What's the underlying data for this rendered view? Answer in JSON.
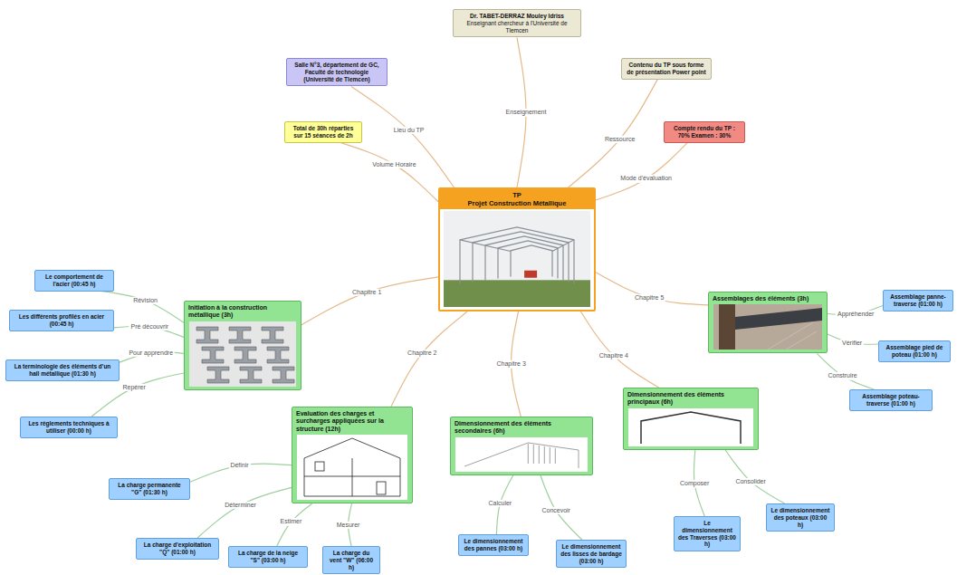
{
  "diagram": {
    "nodes": [
      {
        "text": [
          "Dr. TABET-DERRAZ Mouley Idriss",
          "Enseignant chercheur à l'Université de Tlemcen"
        ]
      },
      {
        "text": [
          "Salle N°3, département de GC, Faculté de technologie (Université de Tlemcen)"
        ]
      },
      {
        "text": [
          "Contenu du TP sous forme de présentation Power point"
        ]
      },
      {
        "text": [
          "Total de 30h réparties sur 15 séances de 2h"
        ]
      },
      {
        "text": [
          "Compte rendu du TP : 70% Examen : 30%"
        ]
      },
      {
        "text": [
          "TP",
          "Projet Construction Métallique"
        ]
      },
      {
        "text": [
          "Initiation à la construction métallique (3h)"
        ]
      },
      {
        "text": [
          "Le comportement de l'acier (00:45 h)"
        ]
      },
      {
        "text": [
          "Les différents profilés en acier (00:45 h)"
        ]
      },
      {
        "text": [
          "La terminologie des éléments d'un hall métallique (01:30 h)"
        ]
      },
      {
        "text": [
          "Les règlements techniques à utiliser (00:00 h)"
        ]
      },
      {
        "text": [
          "Evaluation des charges et surcharges appliquées sur la structure (12h)"
        ]
      },
      {
        "text": [
          "La charge permanente \"G\" (01:30 h)"
        ]
      },
      {
        "text": [
          "La charge d'exploitation \"Q\" (01:00 h)"
        ]
      },
      {
        "text": [
          "La charge de la neige \"S\" (03:00 h)"
        ]
      },
      {
        "text": [
          "La charge du vent \"W\" (06:00 h)"
        ]
      },
      {
        "text": [
          "Dimensionnement des éléments secondaires (6h)"
        ]
      },
      {
        "text": [
          "Le dimensionnement des pannes (03:00 h)"
        ]
      },
      {
        "text": [
          "Le dimensionnement des lisses de bardage (03:00 h)"
        ]
      },
      {
        "text": [
          "Dimensionnement des éléments principaux (6h)"
        ]
      },
      {
        "text": [
          "Le dimensionnement des Traverses (03:00 h)"
        ]
      },
      {
        "text": [
          "Le dimensionnement des poteaux (03:00 h)"
        ]
      },
      {
        "text": [
          "Assemblages des éléments (3h)"
        ]
      },
      {
        "text": [
          "Assemblage panne-traverse (01:00 h)"
        ]
      },
      {
        "text": [
          "Assemblage pied de poteau (01:00 h)"
        ]
      },
      {
        "text": [
          "Assemblage poteau-traverse (01:00 h)"
        ]
      }
    ],
    "edges": [
      {
        "from": 5,
        "to": 0,
        "label": "Enseignement",
        "arrow": "none"
      },
      {
        "from": 5,
        "to": 1,
        "label": "Lieu du TP",
        "arrow": "none"
      },
      {
        "from": 5,
        "to": 2,
        "label": "Ressource",
        "arrow": "none"
      },
      {
        "from": 5,
        "to": 3,
        "label": "Volume Horaire",
        "arrow": "none"
      },
      {
        "from": 5,
        "to": 4,
        "label": "Mode d'évaluation",
        "arrow": "none"
      },
      {
        "from": 5,
        "to": 6,
        "label": "Chapitre 1",
        "arrow": "none"
      },
      {
        "from": 5,
        "to": 11,
        "label": "Chapitre 2",
        "arrow": "none"
      },
      {
        "from": 5,
        "to": 16,
        "label": "Chapitre 3",
        "arrow": "none"
      },
      {
        "from": 5,
        "to": 19,
        "label": "Chapitre 4",
        "arrow": "none"
      },
      {
        "from": 5,
        "to": 22,
        "label": "Chapitre 5",
        "arrow": "none"
      },
      {
        "from": 6,
        "to": 7,
        "label": "Révision",
        "arrow": "none"
      },
      {
        "from": 6,
        "to": 8,
        "label": "Pré découvrir",
        "arrow": "none"
      },
      {
        "from": 6,
        "to": 9,
        "label": "Pour apprendre",
        "arrow": "none"
      },
      {
        "from": 6,
        "to": 10,
        "label": "Repérer",
        "arrow": "none"
      },
      {
        "from": 11,
        "to": 12,
        "label": "Définir",
        "arrow": "none"
      },
      {
        "from": 11,
        "to": 13,
        "label": "Déterminer",
        "arrow": "none"
      },
      {
        "from": 11,
        "to": 14,
        "label": "Estimer",
        "arrow": "none"
      },
      {
        "from": 11,
        "to": 15,
        "label": "Mesurer",
        "arrow": "none"
      },
      {
        "from": 16,
        "to": 17,
        "label": "Calculer",
        "arrow": "none"
      },
      {
        "from": 16,
        "to": 18,
        "label": "Concevoir",
        "arrow": "none"
      },
      {
        "from": 19,
        "to": 20,
        "label": "Composer",
        "arrow": "none"
      },
      {
        "from": 19,
        "to": 21,
        "label": "Consolider",
        "arrow": "none"
      },
      {
        "from": 22,
        "to": 23,
        "label": "Appréhender",
        "arrow": "none"
      },
      {
        "from": 22,
        "to": 24,
        "label": "Vérifier",
        "arrow": "none"
      },
      {
        "from": 22,
        "to": 25,
        "label": "Construire",
        "arrow": "none"
      }
    ]
  }
}
